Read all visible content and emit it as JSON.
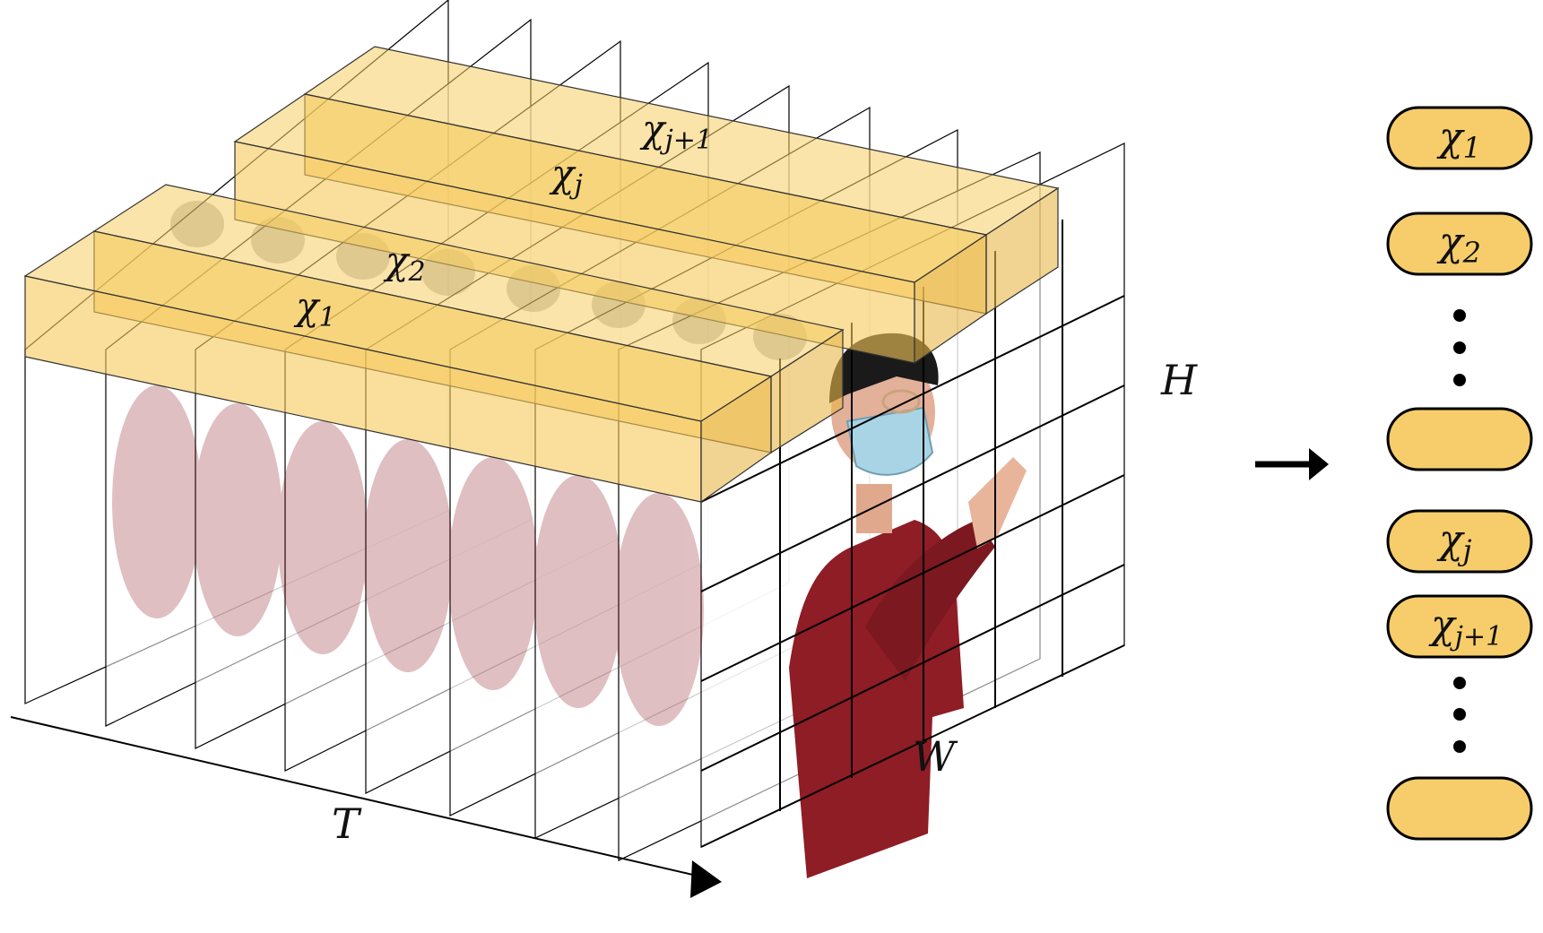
{
  "axes": {
    "time": "T",
    "height": "H",
    "width": "W"
  },
  "strips": [
    {
      "id": "x1",
      "base": "χ",
      "sub": "1"
    },
    {
      "id": "x2",
      "base": "χ",
      "sub": "2"
    },
    {
      "id": "xj",
      "base": "χ",
      "sub": "j"
    },
    {
      "id": "xj1",
      "base": "χ",
      "sub": "j+1"
    }
  ],
  "sequence": [
    {
      "base": "χ",
      "sub": "1"
    },
    {
      "base": "χ",
      "sub": "2"
    },
    {
      "type": "ellipsis"
    },
    {
      "base": "",
      "sub": ""
    },
    {
      "base": "χ",
      "sub": "j"
    },
    {
      "base": "χ",
      "sub": "j+1"
    },
    {
      "type": "ellipsis"
    },
    {
      "base": "",
      "sub": ""
    }
  ],
  "colors": {
    "token_fill": "#f6cd6a",
    "strip_fill": "#f5c85a",
    "sweater": "#8e1d25",
    "mask": "#a9d4e6"
  },
  "icons": {
    "arrow": "right-arrow-icon",
    "dots": "vertical-ellipsis-icon"
  }
}
